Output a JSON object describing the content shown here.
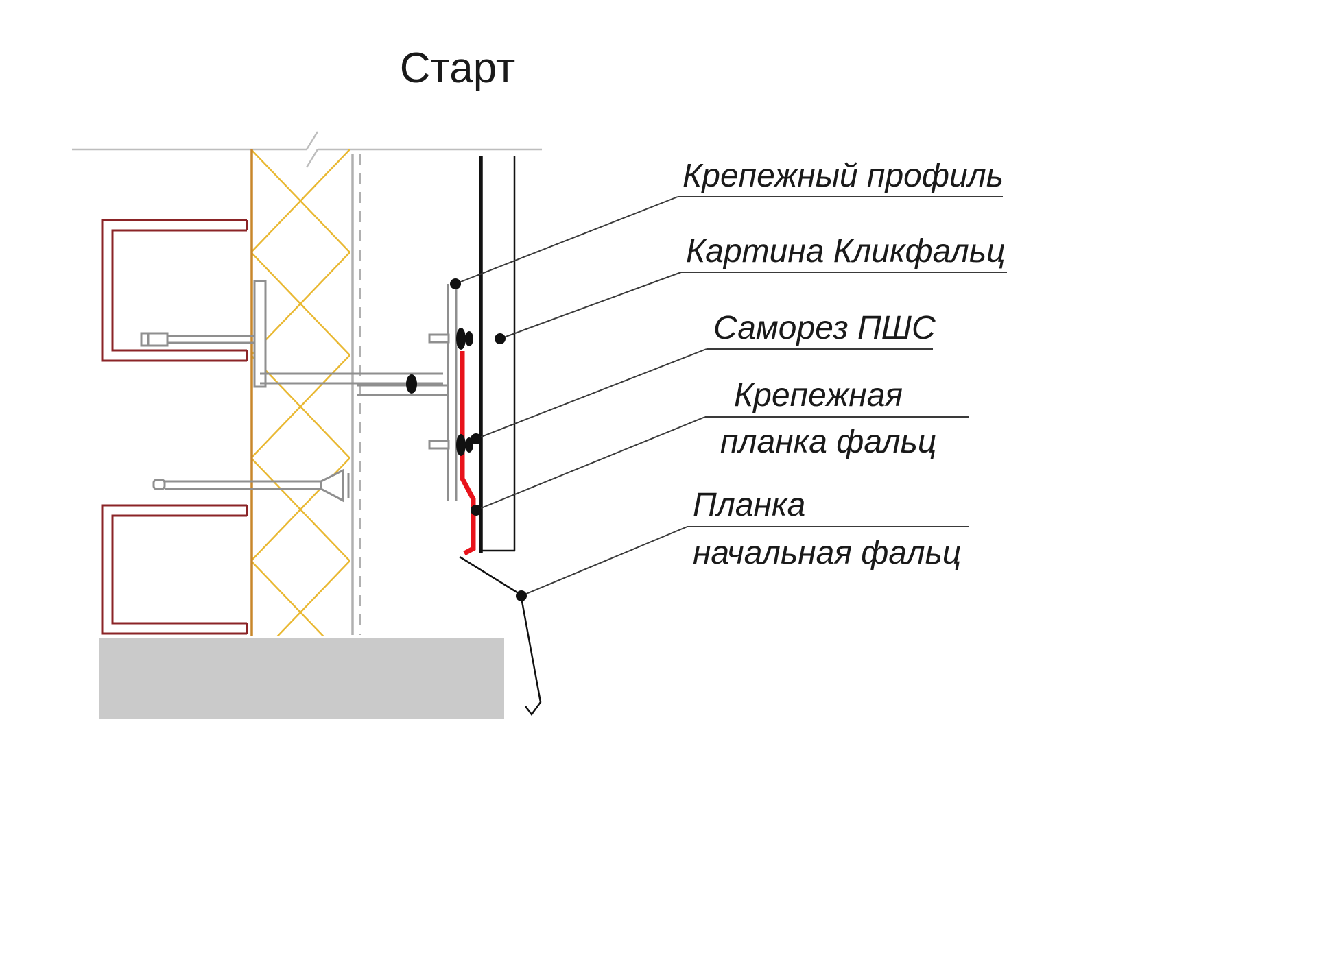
{
  "title": "Старт",
  "callouts": {
    "mounting_profile": {
      "text": "Крепежный профиль"
    },
    "clickfalz_sheet": {
      "text": "Картина Кликфальц"
    },
    "self_tapping_screw": {
      "text": "Саморез ПШС"
    },
    "mounting_strip": {
      "line1": "Крепежная",
      "line2": "планка фальц"
    },
    "starting_strip": {
      "line1": "Планка",
      "line2": "начальная фальц"
    }
  },
  "colors": {
    "maroon_frame": "#8b2427",
    "insulation_yellow": "#e9b832",
    "insulation_edge_brown": "#c8872b",
    "hardware_gray": "#8f8f8f",
    "sheathing_gray": "#b0b0b0",
    "guide_line_gray": "#bdbdbd",
    "foundation_gray": "#cacaca",
    "panel_black": "#111111",
    "strip_red": "#e8131b",
    "label_text": "#1a1a1a",
    "leader_line": "#3a3a3a"
  }
}
